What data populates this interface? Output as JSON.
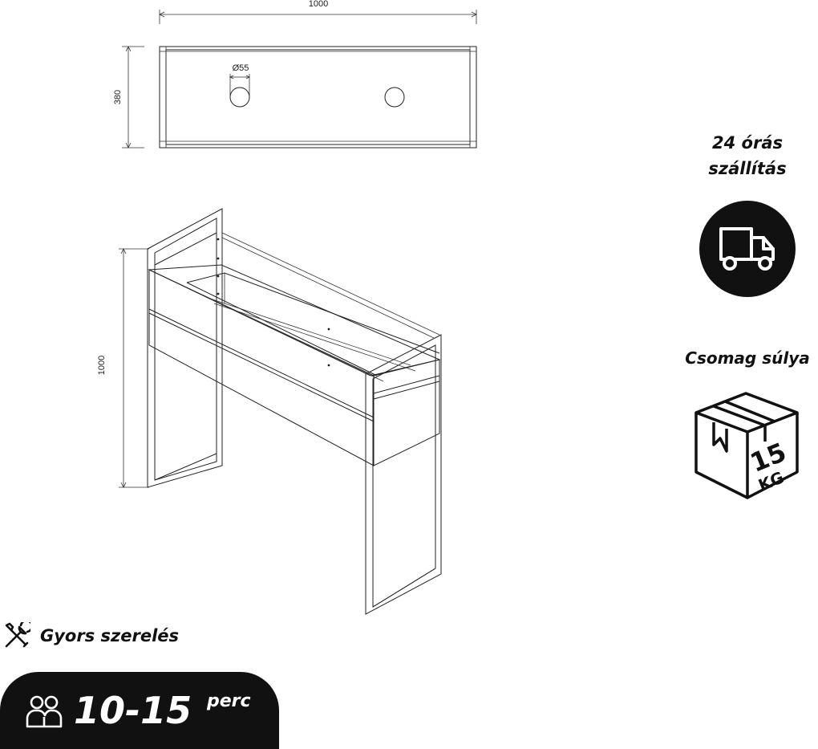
{
  "dimensions": {
    "top_width": "1000",
    "top_depth": "380",
    "hole_diameter": "Ø55",
    "height": "1000"
  },
  "delivery": {
    "line1": "24 órás",
    "line2": "szállítás",
    "icon": "truck-icon"
  },
  "package": {
    "title": "Csomag súlya",
    "weight_number": "15",
    "weight_unit": "KG",
    "icon": "box-icon"
  },
  "assembly": {
    "label": "Gyors szerelés",
    "icon": "tools-icon"
  },
  "time": {
    "value": "10-15",
    "unit": "perc",
    "icon": "people-icon"
  },
  "colors": {
    "ink": "#111111",
    "background": "#ffffff"
  }
}
